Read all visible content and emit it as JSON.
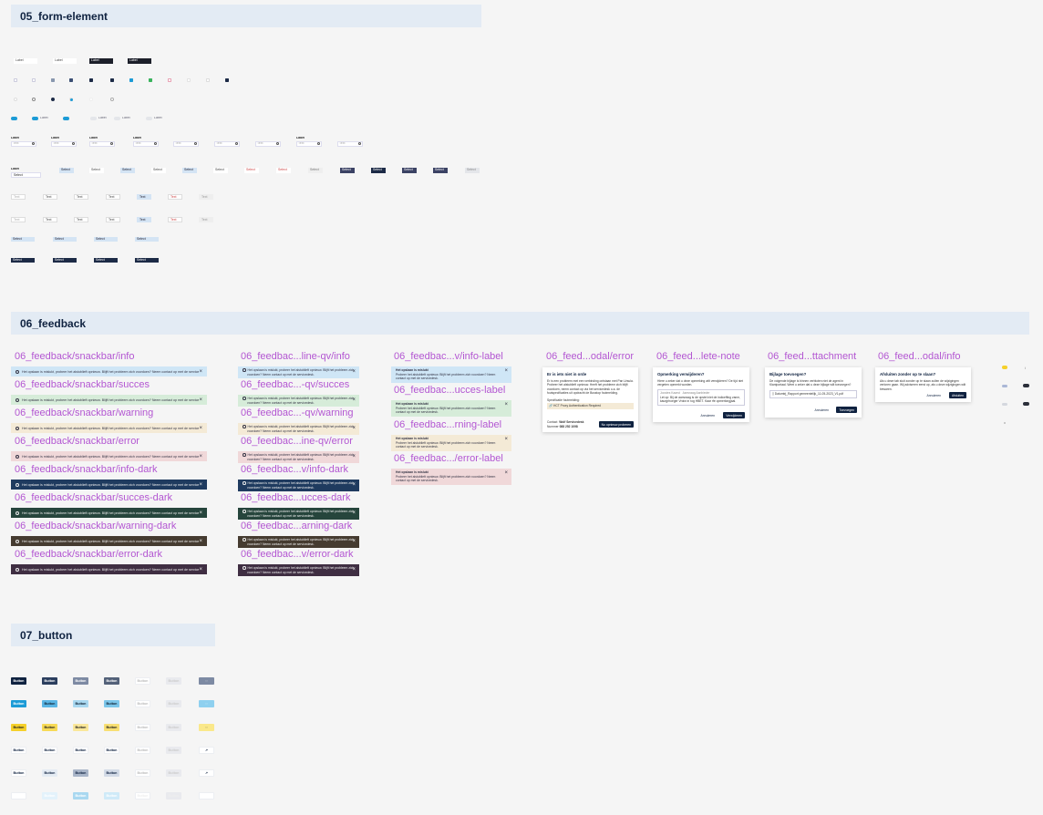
{
  "sections": {
    "form": "05_form-element",
    "feedback": "06_feedback",
    "button": "07_button"
  },
  "form": {
    "label": "Label",
    "select": "Select",
    "text": "Text"
  },
  "snackbar": {
    "titles": [
      "06_feedback/snackbar/info",
      "06_feedback/snackbar/succes",
      "06_feedback/snackbar/warning",
      "06_feedback/snackbar/error",
      "06_feedback/snackbar/info-dark",
      "06_feedback/snackbar/succes-dark",
      "06_feedback/snackbar/warning-dark",
      "06_feedback/snackbar/error-dark"
    ],
    "message": "Het opslaan is mislukt, probeer het alstublieft opnieuw. Blijft het probleem zich voordoen? Neem contact op met de servicedesk.",
    "close": "×"
  },
  "snackbar_qv": {
    "titles": [
      "06_feedbac...line-qv/info",
      "06_feedbac...-qv/succes",
      "06_feedbac...-qv/warning",
      "06_feedbac...ine-qv/error",
      "06_feedbac...v/info-dark",
      "06_feedbac...ucces-dark",
      "06_feedbac...arning-dark",
      "06_feedbac...v/error-dark"
    ],
    "line1": "Het opslaan is mislukt, probeer het alstublieft opnieuw. Blijft het probleem zich",
    "line2": "voordoen? Neem contact op met de servicedesk."
  },
  "snackbar_label": {
    "titles": [
      "06_feedbac...v/info-label",
      "06_feedbac...ucces-label",
      "06_feedbac...rning-label",
      "06_feedbac.../error-label"
    ],
    "heading": "Het opslaan is mislukt",
    "line1": "Probeer het alstublieft opnieuw. Blijft het probleem zich voordoen? Neem",
    "line2": "contact op met de servicedesk."
  },
  "modals": [
    {
      "title": "06_feed...odal/error",
      "heading": "Er is iets niet in orde",
      "body": "Er is een probleem met een verbinding ontstaan met Pan Ursula. Probeer het alstublieft opnieuw. Heeft het probleem zich blijft voordoen, neem contact op via het servicedesk o.a. de foutspecificaties uit opdracht de Busstop foutmelding.",
      "spec_label": "Specificatie foutmelding:",
      "spec_value": "HCT Proxy Authentication Required",
      "contact_label": "Contact",
      "contact_value": "Wolf Servicedesk",
      "number_label": "Nummer",
      "number_value": "088 252 1098",
      "primary": "Nu opnieuw proberen"
    },
    {
      "title": "06_feed...lete-note",
      "heading": "Opmerking verwijderen?",
      "body": "Hiere u zeker dat u deze opmerking wilt verwijderen? De tijd niet vergeten opmerkt worden.",
      "meta1": "Joostes Kaarst",
      "meta2": "Aanvraag Aanbieder",
      "note": "Let op: Bij de aanvraag is de opstel niet de indiceffing vanm, kaurgrhoeger Vroiw in rog HBET. Kaar rfe opmerkingjaal.",
      "secondary": "Annuleren",
      "primary": "Verwijderen"
    },
    {
      "title": "06_feed...ttachment",
      "heading": "Bijlage toevoegen?",
      "body": "De volgende bijlage is binnen verbloten niet de agent in Klantportaal. Weet u zeker dat u deze bijlage wilt toevoegen?",
      "file": "Datumtrj_Rapport gemeentelijk_11-05-2023_V1.pdf",
      "secondary": "Annuleren",
      "primary": "Toevoegen"
    },
    {
      "title": "06_feed...odal/info",
      "heading": "Afsluiten zonder op te slaan?",
      "body": "Als u deze tab sluit zonder op te slaan zullen de wijzigingen verloren gaan. Wij adviseren eerst op, als u deze wijzigingen wilt bewaren.",
      "secondary": "Annuleren",
      "primary": "Afsluiten"
    }
  ],
  "buttons": {
    "label": "Button"
  },
  "colors": {
    "navy": "#0f2240",
    "header_bg": "#e3ebf4",
    "title_purple": "#b356d2",
    "info_bg": "#cfe6f6",
    "success_bg": "#d6ecd9",
    "warning_bg": "#f4ead6",
    "error_bg": "#f0d8d9",
    "info_dark": "#1f3b5f",
    "success_dark": "#26453c",
    "warning_dark": "#453b30",
    "error_dark": "#3f2e42"
  }
}
